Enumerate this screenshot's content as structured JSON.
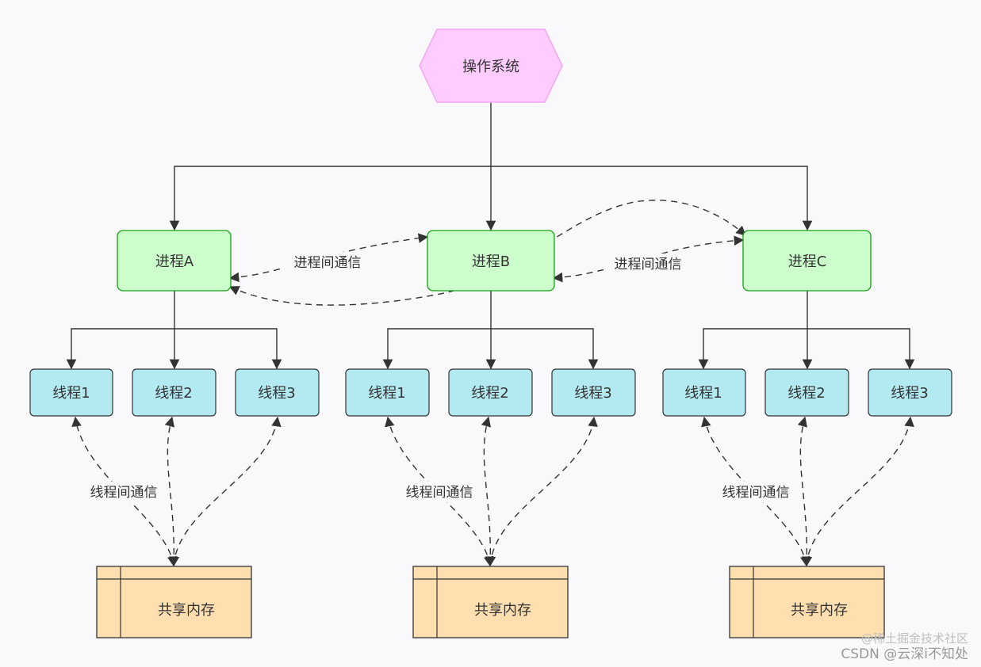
{
  "os": {
    "label": "操作系统"
  },
  "processes": [
    {
      "label": "进程A"
    },
    {
      "label": "进程B"
    },
    {
      "label": "进程C"
    }
  ],
  "threads": [
    {
      "labels": [
        "线程1",
        "线程2",
        "线程3"
      ]
    },
    {
      "labels": [
        "线程1",
        "线程2",
        "线程3"
      ]
    },
    {
      "labels": [
        "线程1",
        "线程2",
        "线程3"
      ]
    }
  ],
  "shared_memory": [
    "共享内存",
    "共享内存",
    "共享内存"
  ],
  "ipc_labels": [
    "进程间通信",
    "进程间通信"
  ],
  "thread_comm_labels": [
    "线程间通信",
    "线程间通信",
    "线程间通信"
  ],
  "watermark": {
    "line1": "@稀土掘金技术社区",
    "line2": "CSDN @云深i不知处"
  },
  "colors": {
    "os_fill": "#ffccff",
    "os_stroke": "#f2a7f2",
    "process_fill": "#ccffcc",
    "process_stroke": "#14a014",
    "thread_fill": "#b3e9f0",
    "thread_stroke": "#333333",
    "memory_fill": "#ffdfb0",
    "memory_stroke": "#333333"
  }
}
